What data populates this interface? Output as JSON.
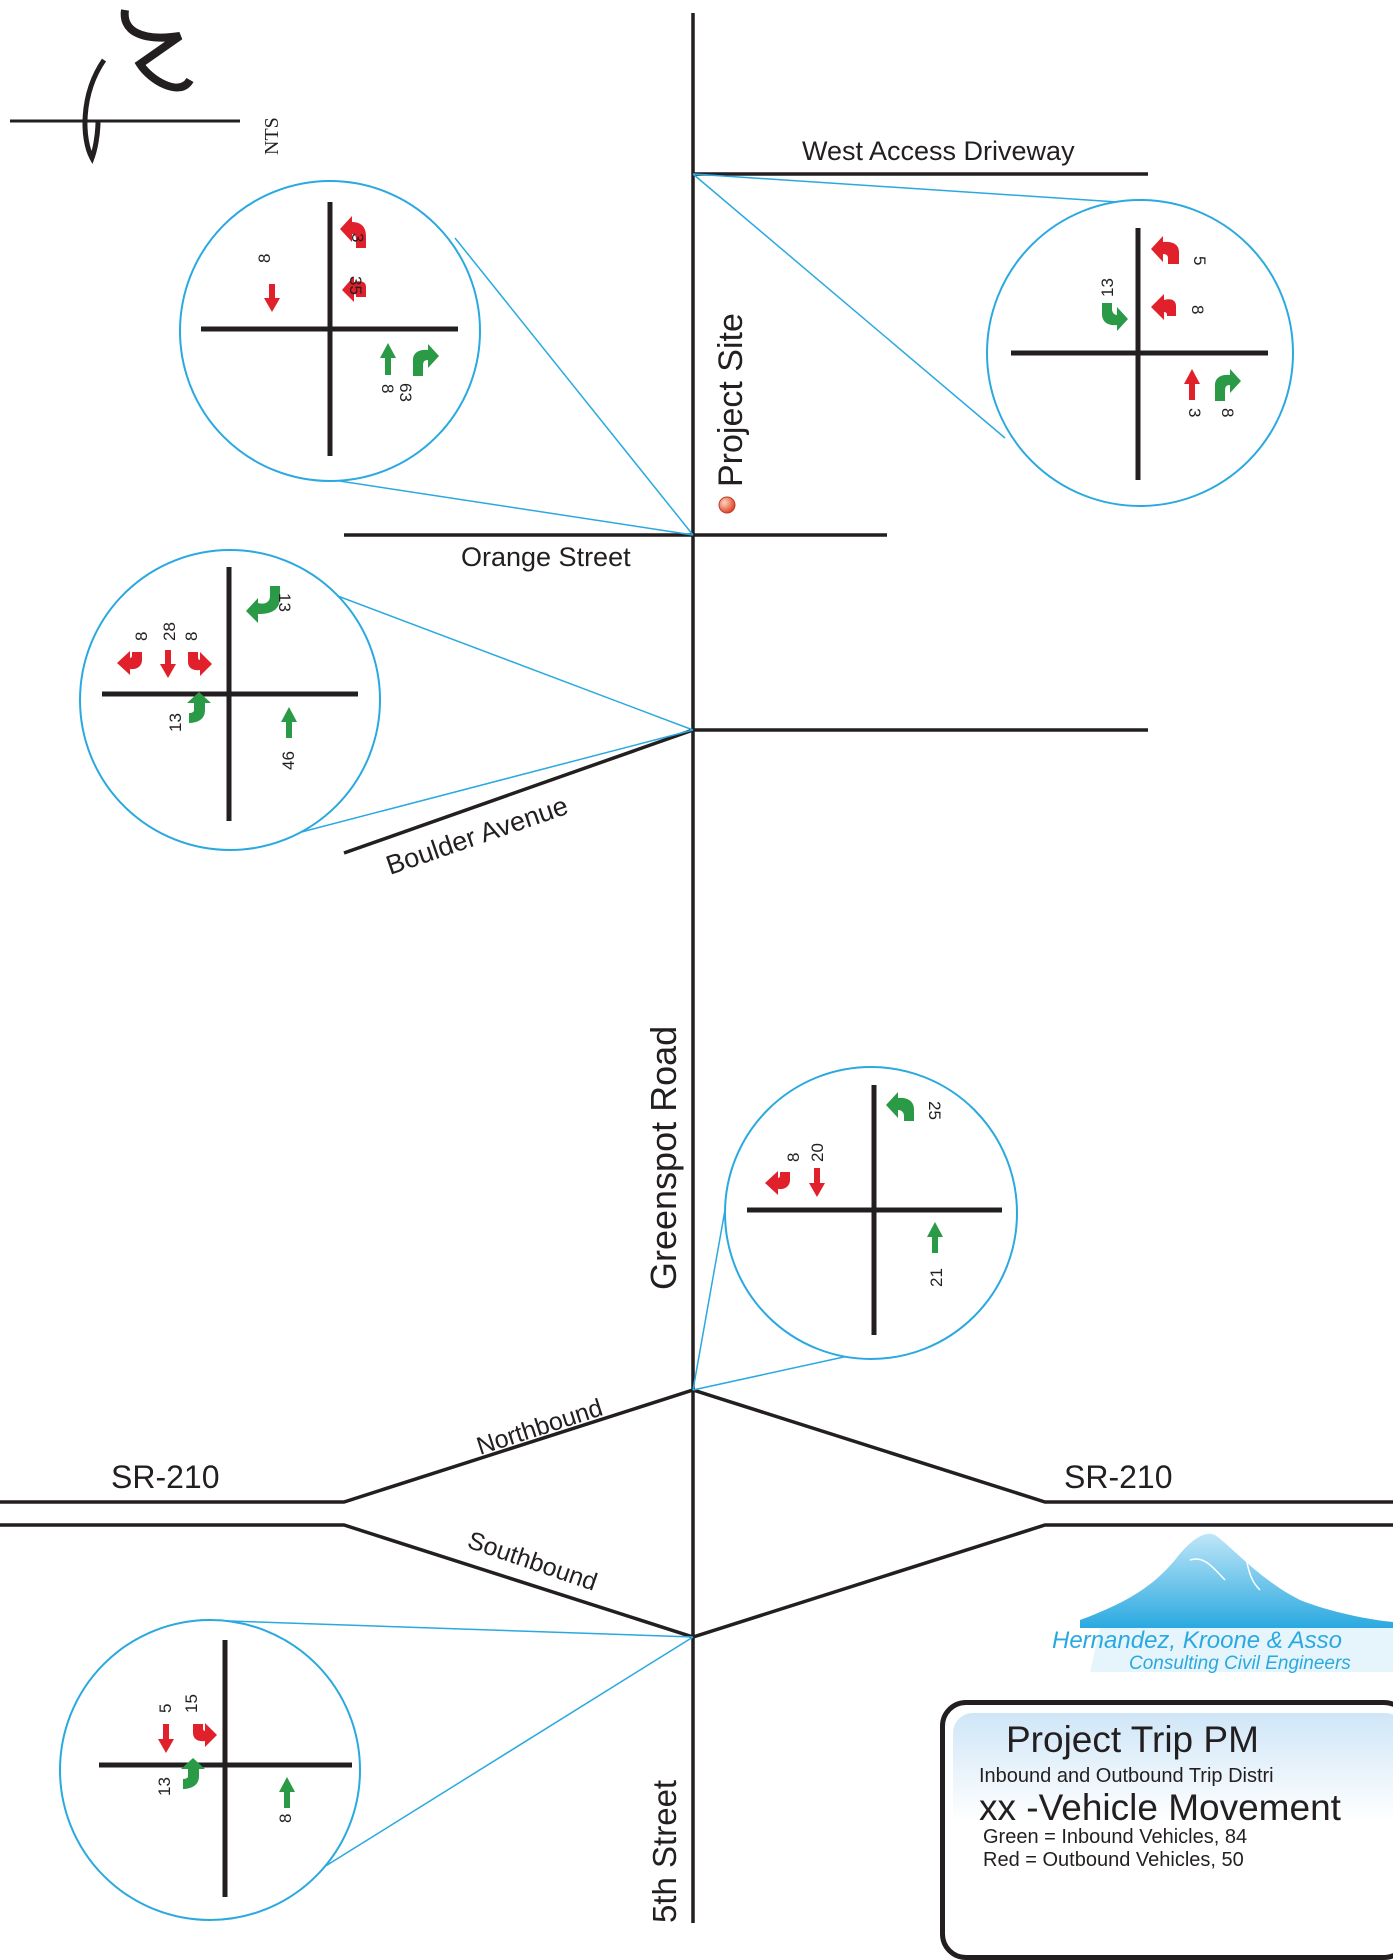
{
  "north": {
    "scale_label": "NTS"
  },
  "roads": {
    "west_access": "West Access Driveway",
    "orange": "Orange Street",
    "boulder": "Boulder Avenue",
    "greenspot": "Greenspot Road",
    "sr210_left": "SR-210",
    "sr210_right": "SR-210",
    "northbound": "Northbound",
    "southbound": "Southbound",
    "fifth": "5th Street"
  },
  "site": {
    "label": "Project Site"
  },
  "colors": {
    "inbound": "#2a9a47",
    "outbound": "#e0212b",
    "callout": "#2aa9e0",
    "road": "#231f20"
  },
  "intersections": {
    "orange": {
      "nums": [
        "3",
        "35",
        "8",
        "8",
        "63"
      ]
    },
    "west_access": {
      "nums": [
        "5",
        "8",
        "13",
        "3",
        "8"
      ]
    },
    "boulder": {
      "nums": [
        "8",
        "28",
        "8",
        "13",
        "13",
        "46"
      ]
    },
    "northbound": {
      "nums": [
        "8",
        "20",
        "25",
        "21"
      ]
    },
    "southbound": {
      "nums": [
        "5",
        "15",
        "13",
        "8"
      ]
    }
  },
  "logo": {
    "name": "Hernandez, Kroone & Asso",
    "subtitle": "Consulting Civil Engineers"
  },
  "legend": {
    "title": "Project Trip PM",
    "subtitle": "Inbound and Outbound Trip Distri",
    "title2": "xx -Vehicle Movement",
    "green_line": "Green = Inbound Vehicles, 84",
    "red_line": "Red = Outbound Vehicles, 50"
  }
}
